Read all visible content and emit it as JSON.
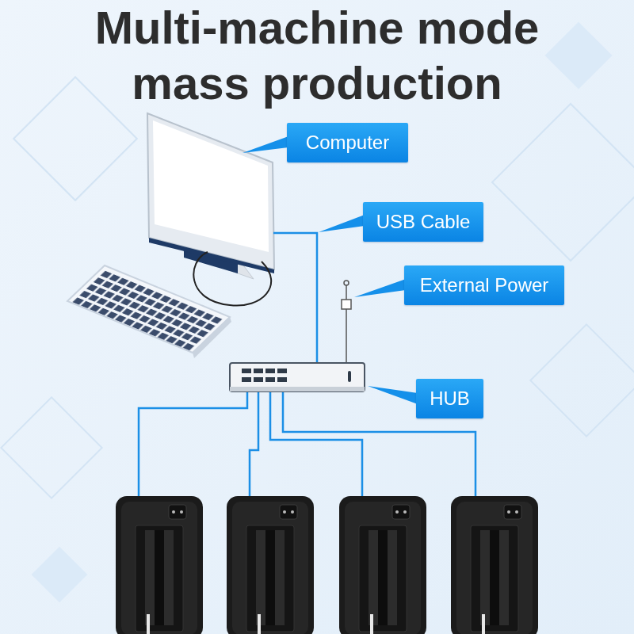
{
  "diagram": {
    "title": "Multi-machine mode mass production",
    "nodes": [
      {
        "text": [
          "Computer"
        ]
      },
      {
        "text": [
          "USB Cable"
        ]
      },
      {
        "text": [
          "External Power"
        ]
      },
      {
        "text": [
          "HUB"
        ]
      }
    ]
  }
}
